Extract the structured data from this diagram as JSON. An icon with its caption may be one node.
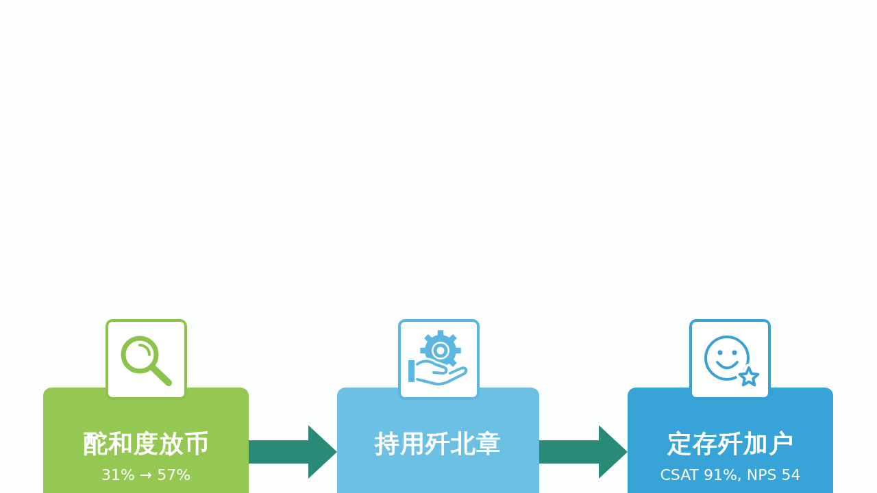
{
  "diagram": {
    "nodes": [
      {
        "text": [
          "酡和度放币",
          "31% → 57%"
        ]
      },
      {
        "text": [
          "持用歼北章"
        ]
      },
      {
        "text": [
          "定存歼加户",
          "CSAT 91%, NPS 54"
        ]
      }
    ],
    "edges": [
      {
        "from": 0,
        "to": 1,
        "arrow": "to"
      },
      {
        "from": 1,
        "to": 2,
        "arrow": "to"
      }
    ]
  }
}
